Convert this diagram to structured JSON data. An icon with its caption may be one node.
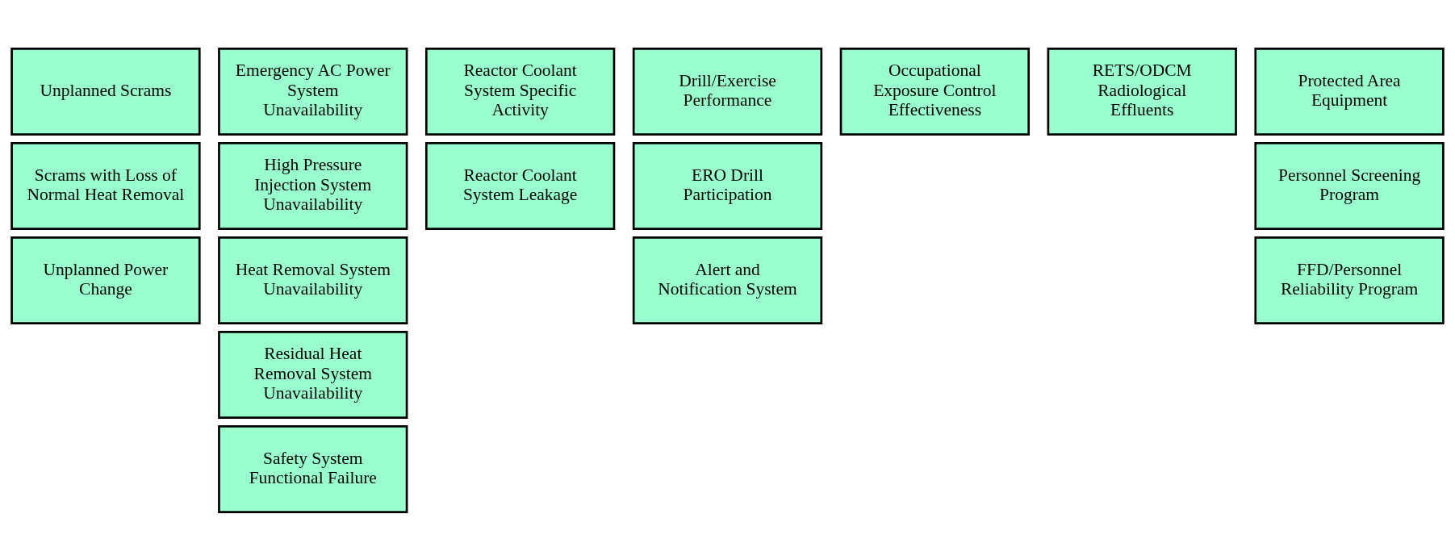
{
  "diagram": {
    "nodes": [
      {
        "text": [
          "Unplanned Scrams"
        ]
      },
      {
        "text": [
          "Scrams with Loss of Normal Heat Removal"
        ]
      },
      {
        "text": [
          "Unplanned Power Change"
        ]
      },
      {
        "text": [
          "Emergency AC Power System Unavailability"
        ]
      },
      {
        "text": [
          "High Pressure Injection System Unavailability"
        ]
      },
      {
        "text": [
          "Heat Removal System Unavailability"
        ]
      },
      {
        "text": [
          "Residual Heat Removal System Unavailability"
        ]
      },
      {
        "text": [
          "Safety System Functional Failure"
        ]
      },
      {
        "text": [
          "Reactor Coolant System Specific Activity"
        ]
      },
      {
        "text": [
          "Reactor Coolant System Leakage"
        ]
      },
      {
        "text": [
          "Drill/Exercise Performance"
        ]
      },
      {
        "text": [
          "ERO Drill Participation"
        ]
      },
      {
        "text": [
          "Alert and Notification System"
        ]
      },
      {
        "text": [
          "Occupational Exposure Control Effectiveness"
        ]
      },
      {
        "text": [
          "RETS/ODCM Radiological Effluents"
        ]
      },
      {
        "text": [
          "Protected Area Equipment"
        ]
      },
      {
        "text": [
          "Personnel Screening Program"
        ]
      },
      {
        "text": [
          "FFD/Personnel Reliability Program"
        ]
      }
    ],
    "edges": []
  }
}
